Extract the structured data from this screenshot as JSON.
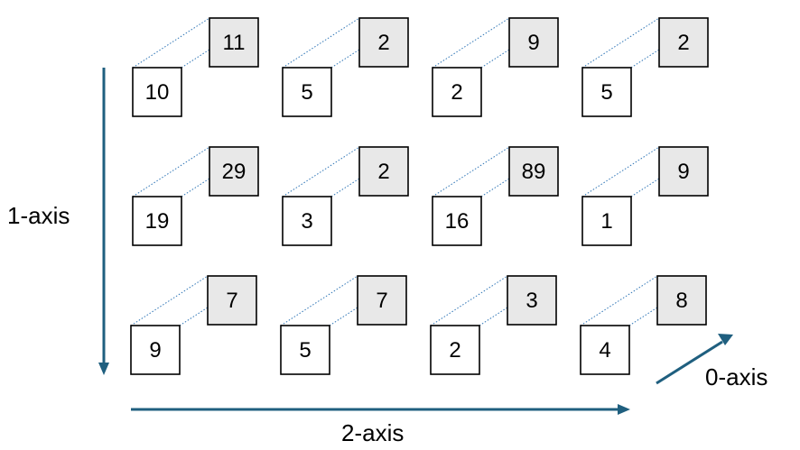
{
  "diagram": {
    "rows": [
      [
        {
          "front": "10",
          "back": "11"
        },
        {
          "front": "5",
          "back": "2"
        },
        {
          "front": "2",
          "back": "9"
        },
        {
          "front": "5",
          "back": "2"
        }
      ],
      [
        {
          "front": "19",
          "back": "29"
        },
        {
          "front": "3",
          "back": "2"
        },
        {
          "front": "16",
          "back": "89"
        },
        {
          "front": "1",
          "back": "9"
        }
      ],
      [
        {
          "front": "9",
          "back": "7"
        },
        {
          "front": "5",
          "back": "7"
        },
        {
          "front": "2",
          "back": "3"
        },
        {
          "front": "4",
          "back": "8"
        }
      ]
    ],
    "axes": {
      "axis0_label": "0-axis",
      "axis1_label": "1-axis",
      "axis2_label": "2-axis"
    },
    "colors": {
      "arrow": "#1f5f7f",
      "connector": "#2e75b6",
      "back_fill": "#e8e8e8",
      "front_fill": "#ffffff"
    }
  }
}
